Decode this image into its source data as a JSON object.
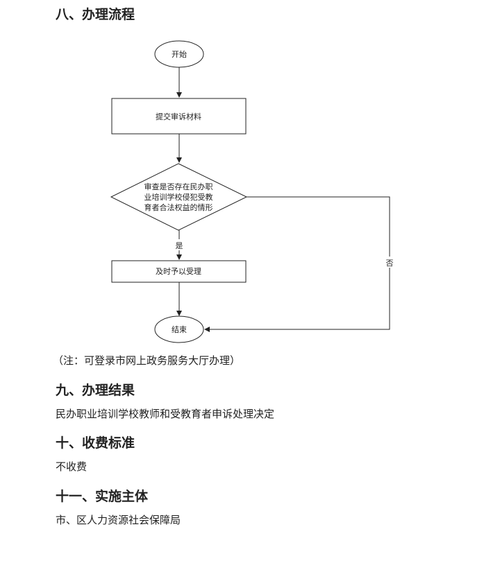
{
  "section8": {
    "title": "八、办理流程",
    "flow": {
      "start": "开始",
      "submit": "提交审诉材料",
      "decision_lines": [
        "审查是否存在民办职",
        "业培训学校侵犯受教",
        "育者合法权益的情形"
      ],
      "yes_label": "是",
      "no_label": "否",
      "accept": "及时予以受理",
      "end": "结束"
    },
    "note": "（注：可登录市网上政务服务大厅办理）"
  },
  "section9": {
    "title": "九、办理结果",
    "content": "民办职业培训学校教师和受教育者申诉处理决定"
  },
  "section10": {
    "title": "十、收费标准",
    "content": "不收费"
  },
  "section11": {
    "title": "十一、实施主体",
    "content": "市、区人力资源社会保障局"
  }
}
